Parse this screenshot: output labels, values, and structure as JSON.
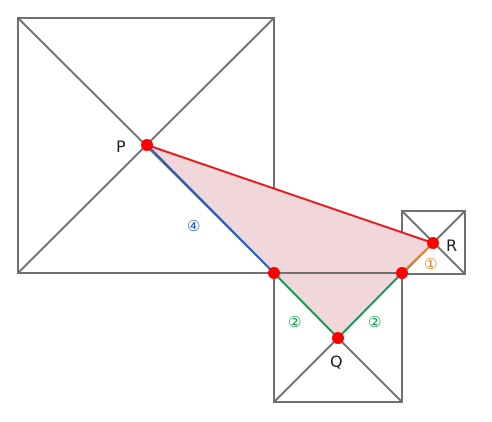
{
  "colors": {
    "square_stroke": "#707070",
    "triangle_fill": "#f2d7da",
    "triangle_edge": "#e51a1a",
    "pb_edge": "#1f5fc0",
    "q_edges": "#0f9a4d",
    "r_edge": "#e67e22",
    "dot": "#ff0000"
  },
  "points": {
    "P": {
      "label": "P"
    },
    "Q": {
      "label": "Q"
    },
    "R": {
      "label": "R"
    }
  },
  "segment_labels": {
    "pb": "④",
    "bq": "②",
    "qc": "②",
    "cr": "①"
  }
}
